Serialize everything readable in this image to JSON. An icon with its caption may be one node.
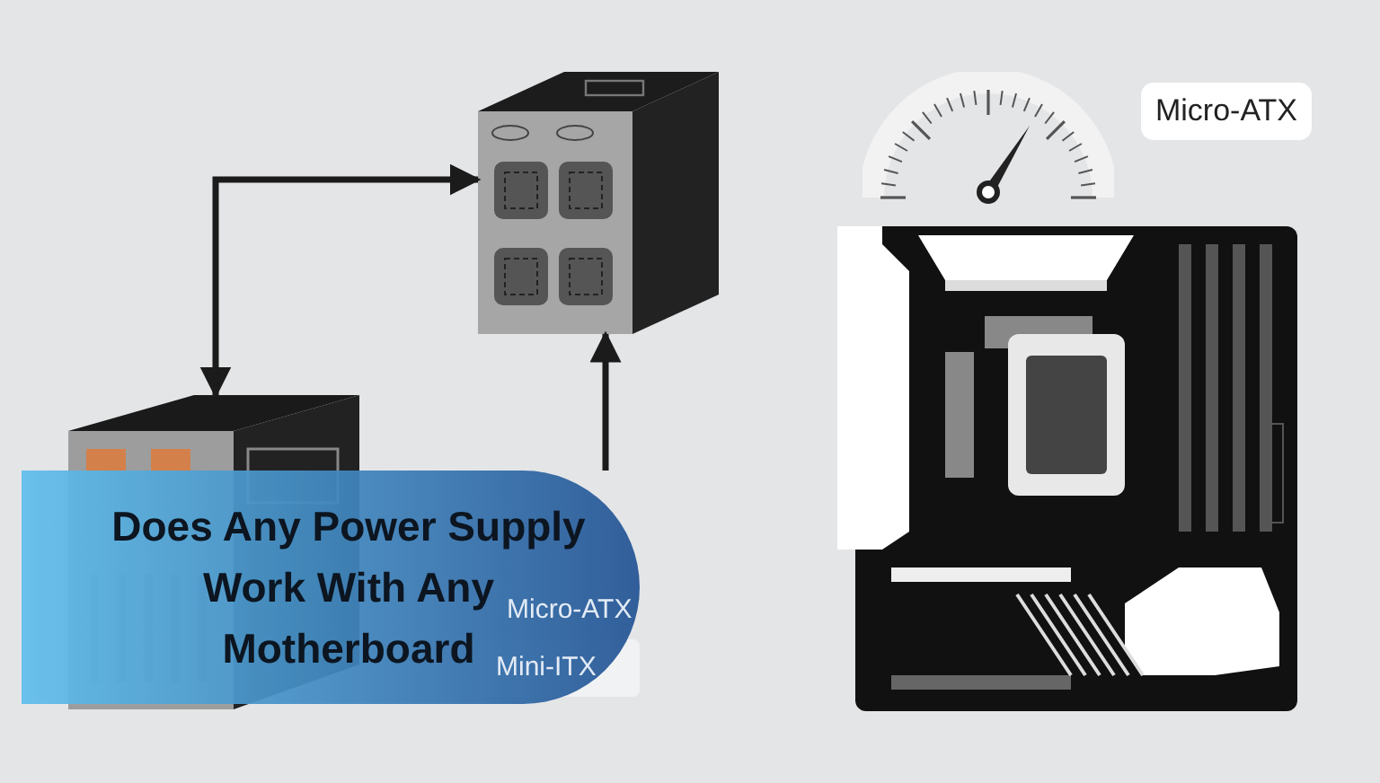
{
  "diagram": {
    "title": "Does Any Power Supply Work With Any Motherboard",
    "nodes": [
      {
        "text": [],
        "shape": "picture"
      },
      {
        "text": [],
        "shape": "picture"
      },
      {
        "text": [
          "Micro-ATX"
        ]
      },
      {
        "text": [],
        "shape": "picture"
      }
    ],
    "edges": [
      {
        "from": 1,
        "to": 0,
        "arrow": "both"
      },
      {
        "from": null,
        "to": 0,
        "arrow": "to"
      }
    ],
    "labels": [
      "Micro-ATX",
      "Mini-ITX"
    ]
  }
}
